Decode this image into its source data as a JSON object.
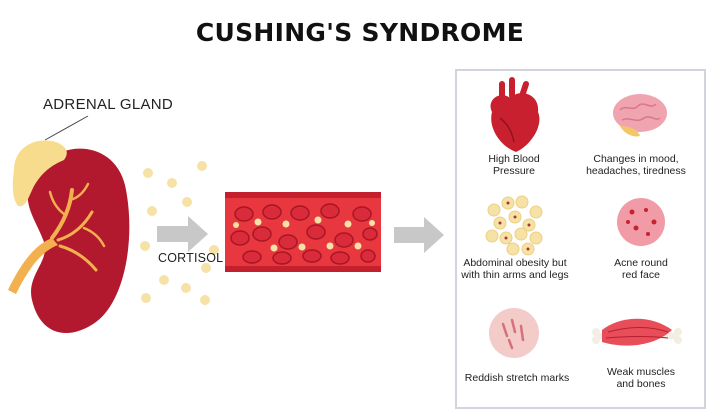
{
  "title": "CUSHING'S SYNDROME",
  "labels": {
    "adrenal_gland": "ADRENAL GLAND",
    "cortisol": "CORTISOL"
  },
  "symptoms": [
    {
      "icon": "heart-icon",
      "text": "High Blood\nPressure"
    },
    {
      "icon": "brain-icon",
      "text": "Changes in mood,\nheadaches, tiredness"
    },
    {
      "icon": "fat-cells-icon",
      "text": "Abdominal obesity but\nwith thin arms and legs"
    },
    {
      "icon": "acne-face-icon",
      "text": "Acne round\nred face"
    },
    {
      "icon": "stretch-marks-icon",
      "text": "Reddish stretch marks"
    },
    {
      "icon": "muscle-bone-icon",
      "text": "Weak muscles\nand bones"
    }
  ],
  "colors": {
    "kidney": "#b3192e",
    "adrenal": "#f8dc8e",
    "cortisol": "#f6e2a6",
    "vessel": "#e8373f",
    "blood_cell": "#d92b3a",
    "arrow": "#c8c8c8",
    "panel_border": "#cfd5da"
  }
}
